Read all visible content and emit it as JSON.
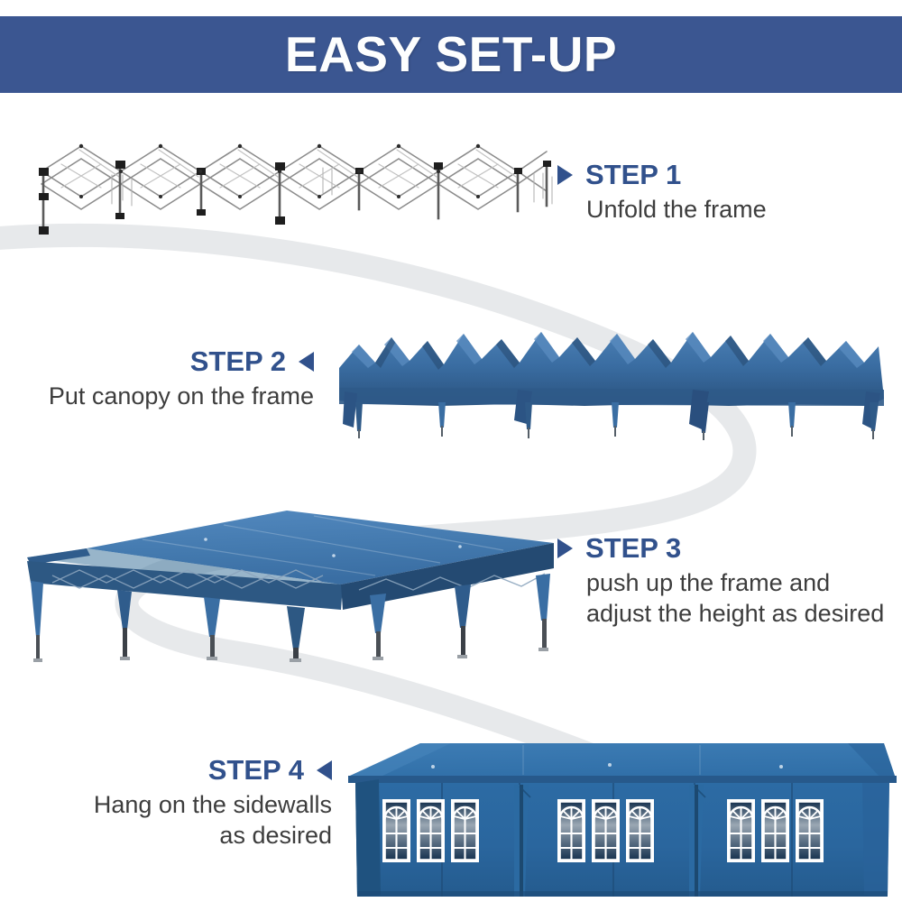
{
  "header": {
    "title": "EASY SET-UP",
    "bg_color": "#3b5691",
    "text_color": "#ffffff"
  },
  "palette": {
    "banner_blue": "#3b5691",
    "step_label_blue": "#31518c",
    "body_text_gray": "#3d3d3d",
    "canopy_blue": "#3f76ae",
    "canopy_blue_dark": "#2c4f75",
    "canopy_blue_deep": "#1f3c5c",
    "tent_wall_blue": "#2f6fab",
    "frame_gray": "#9a9a9a",
    "frame_dark": "#3a3a3a",
    "path_gray": "#e6e8ea",
    "page_bg": "#ffffff"
  },
  "steps": [
    {
      "id": "step1",
      "label": "STEP 1",
      "marker": "triangle-right",
      "align": "left",
      "lines": [
        "Unfold the frame"
      ],
      "illustration": "folded-frame-lattice"
    },
    {
      "id": "step2",
      "label": "STEP 2",
      "marker": "triangle-left",
      "align": "right",
      "lines": [
        "Put canopy on the frame"
      ],
      "illustration": "canopy-draped-on-frame"
    },
    {
      "id": "step3",
      "label": "STEP 3",
      "marker": "triangle-right",
      "align": "left",
      "lines": [
        "push up the frame and",
        "adjust the height as desired"
      ],
      "illustration": "erected-canopy-open"
    },
    {
      "id": "step4",
      "label": "STEP 4",
      "marker": "triangle-left",
      "align": "right",
      "lines": [
        "Hang on the sidewalls",
        "as desired"
      ],
      "illustration": "tent-with-sidewalls-windows"
    }
  ],
  "illustration_details": {
    "tent_window_groups": 3,
    "windows_per_group": 3,
    "window_style": "arched-cathedral-fan",
    "flow_path": "serpentine-gray-ribbon"
  }
}
